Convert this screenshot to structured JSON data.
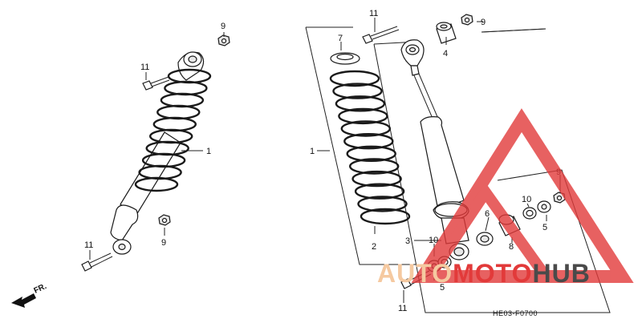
{
  "diagram": {
    "drawing_code": "HE03-F0700",
    "front_arrow_label": "FR.",
    "callouts": {
      "shock_assembly_left": "1",
      "shock_assembly_right": "1",
      "spring": "2",
      "damper": "3",
      "bushing_top": "4",
      "collar_lower": "5",
      "collar_right": "5",
      "bushing_6": "6",
      "spring_seat": "7",
      "bushing_8": "8",
      "nut_top_left": "9",
      "nut_bottom_left": "9",
      "nut_top_right": "9",
      "nut_right": "9",
      "seal_lower": "10",
      "seal_right": "10",
      "bolt_top_left": "11",
      "bolt_bottom_left": "11",
      "bolt_top_right": "11",
      "bolt_bottom_right": "11"
    }
  },
  "watermark": {
    "part1": "AUTO",
    "part2": "MOTO",
    "part3": "HUB",
    "color_light": "#f5c9a0",
    "color_red": "#e23a3a",
    "color_dark": "#4a4a4a"
  }
}
